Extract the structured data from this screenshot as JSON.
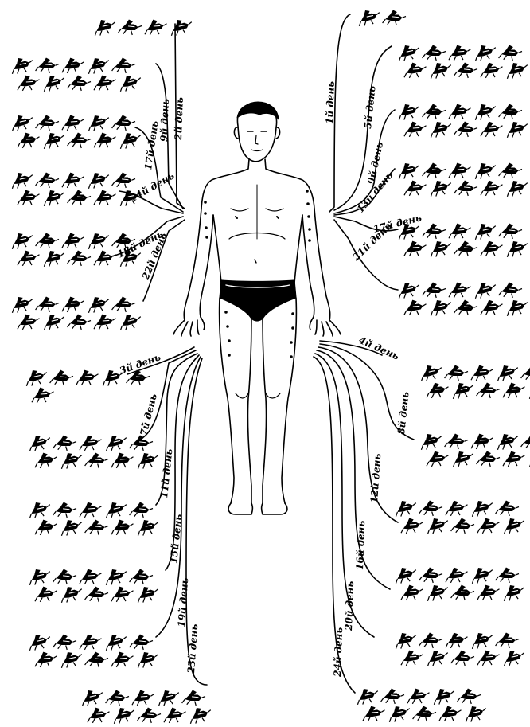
{
  "figure": {
    "ink_color": "#000000",
    "paper_color": "#ffffff",
    "mark_icon": "mosquito-icon",
    "figure_icon": "human-figure-icon"
  },
  "labels": {
    "upper_left": [
      "9й день",
      "2й день",
      "17й день",
      "14й день",
      "18й день",
      "22й день"
    ],
    "upper_right": [
      "1й день",
      "5й день",
      "9й день",
      "13й день",
      "17й день",
      "21й день"
    ],
    "lower_left": [
      "3й день",
      "7й день",
      "11й день",
      "15й день",
      "19й день",
      "23й день"
    ],
    "lower_right": [
      "4й день",
      "8й день",
      "12й день",
      "16й день",
      "20й день",
      "24й день"
    ]
  },
  "groups": {
    "upper_left_counts": [
      4,
      10,
      10,
      10,
      10,
      10
    ],
    "upper_right_counts": [
      2,
      10,
      10,
      10,
      10,
      10
    ],
    "lower_left_counts": [
      6,
      10,
      10,
      10,
      10,
      10
    ],
    "lower_right_counts": [
      10,
      10,
      10,
      10,
      10,
      10
    ]
  }
}
